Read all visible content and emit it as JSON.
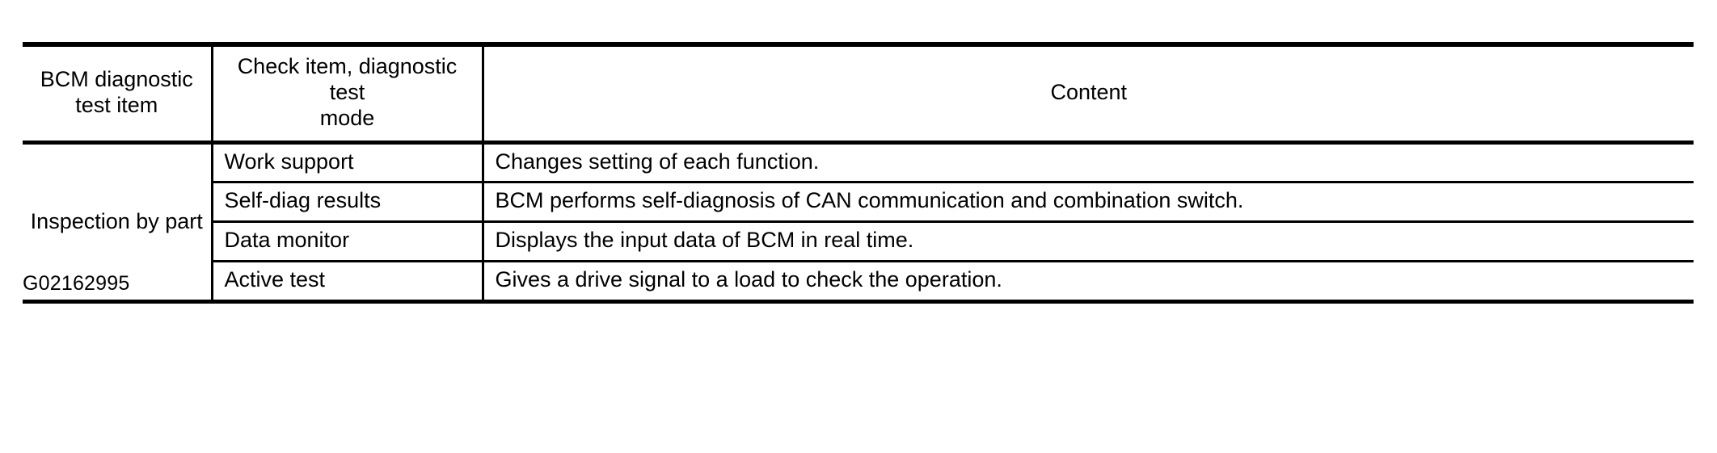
{
  "table": {
    "headers": {
      "col1_line1": "BCM diagnostic",
      "col1_line2": "test item",
      "col2_line1": "Check item, diagnostic test",
      "col2_line2": "mode",
      "col3": "Content"
    },
    "group_label": "Inspection by part",
    "rows": [
      {
        "item": "Work support",
        "content": "Changes setting of each function."
      },
      {
        "item": "Self-diag results",
        "content": "BCM performs self-diagnosis of CAN communication and combination switch."
      },
      {
        "item": "Data monitor",
        "content": "Displays the input data of BCM in real time."
      },
      {
        "item": "Active test",
        "content": "Gives a drive signal to a load to check the operation."
      }
    ]
  },
  "caption": "G02162995",
  "colors": {
    "rule": "#000000",
    "background": "#ffffff",
    "text": "#000000"
  }
}
